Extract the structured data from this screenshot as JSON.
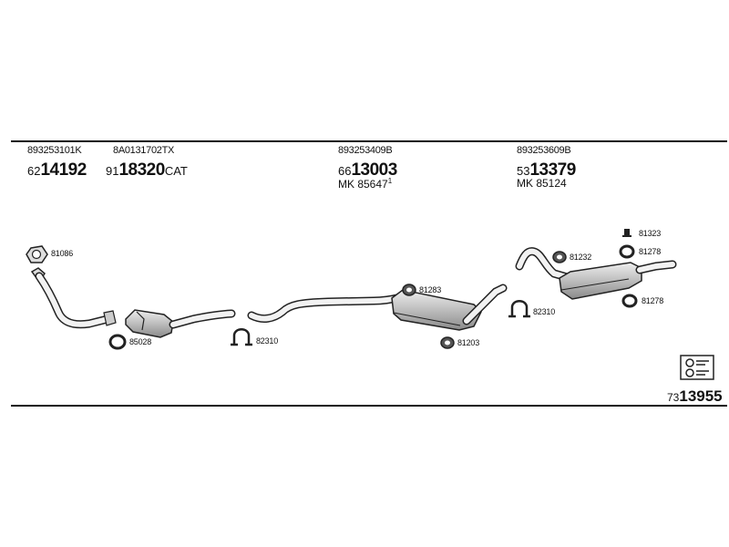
{
  "header_codes": [
    {
      "oe": "893253101K",
      "prefix": "62",
      "main": "14192",
      "suffix": ""
    },
    {
      "oe": "8A0131702TX",
      "prefix": "91",
      "main": "18320",
      "suffix": "CAT"
    },
    {
      "oe": "893253409B",
      "prefix": "66",
      "main": "13003",
      "suffix": "",
      "mk": "MK  85647",
      "mk_sup": "1"
    },
    {
      "oe": "893253609B",
      "prefix": "53",
      "main": "13379",
      "suffix": "",
      "mk": "MK  85124"
    }
  ],
  "part_labels": {
    "gasket_front": "81086",
    "ring_front": "85028",
    "clamp_1": "82310",
    "hanger_1": "81283",
    "hanger_2": "81203",
    "clamp_2": "82310",
    "hanger_3": "81232",
    "bolt_top": "81323",
    "ring_top": "81278",
    "ring_bottom": "81278"
  },
  "kit": {
    "prefix": "73",
    "main": "13955"
  }
}
